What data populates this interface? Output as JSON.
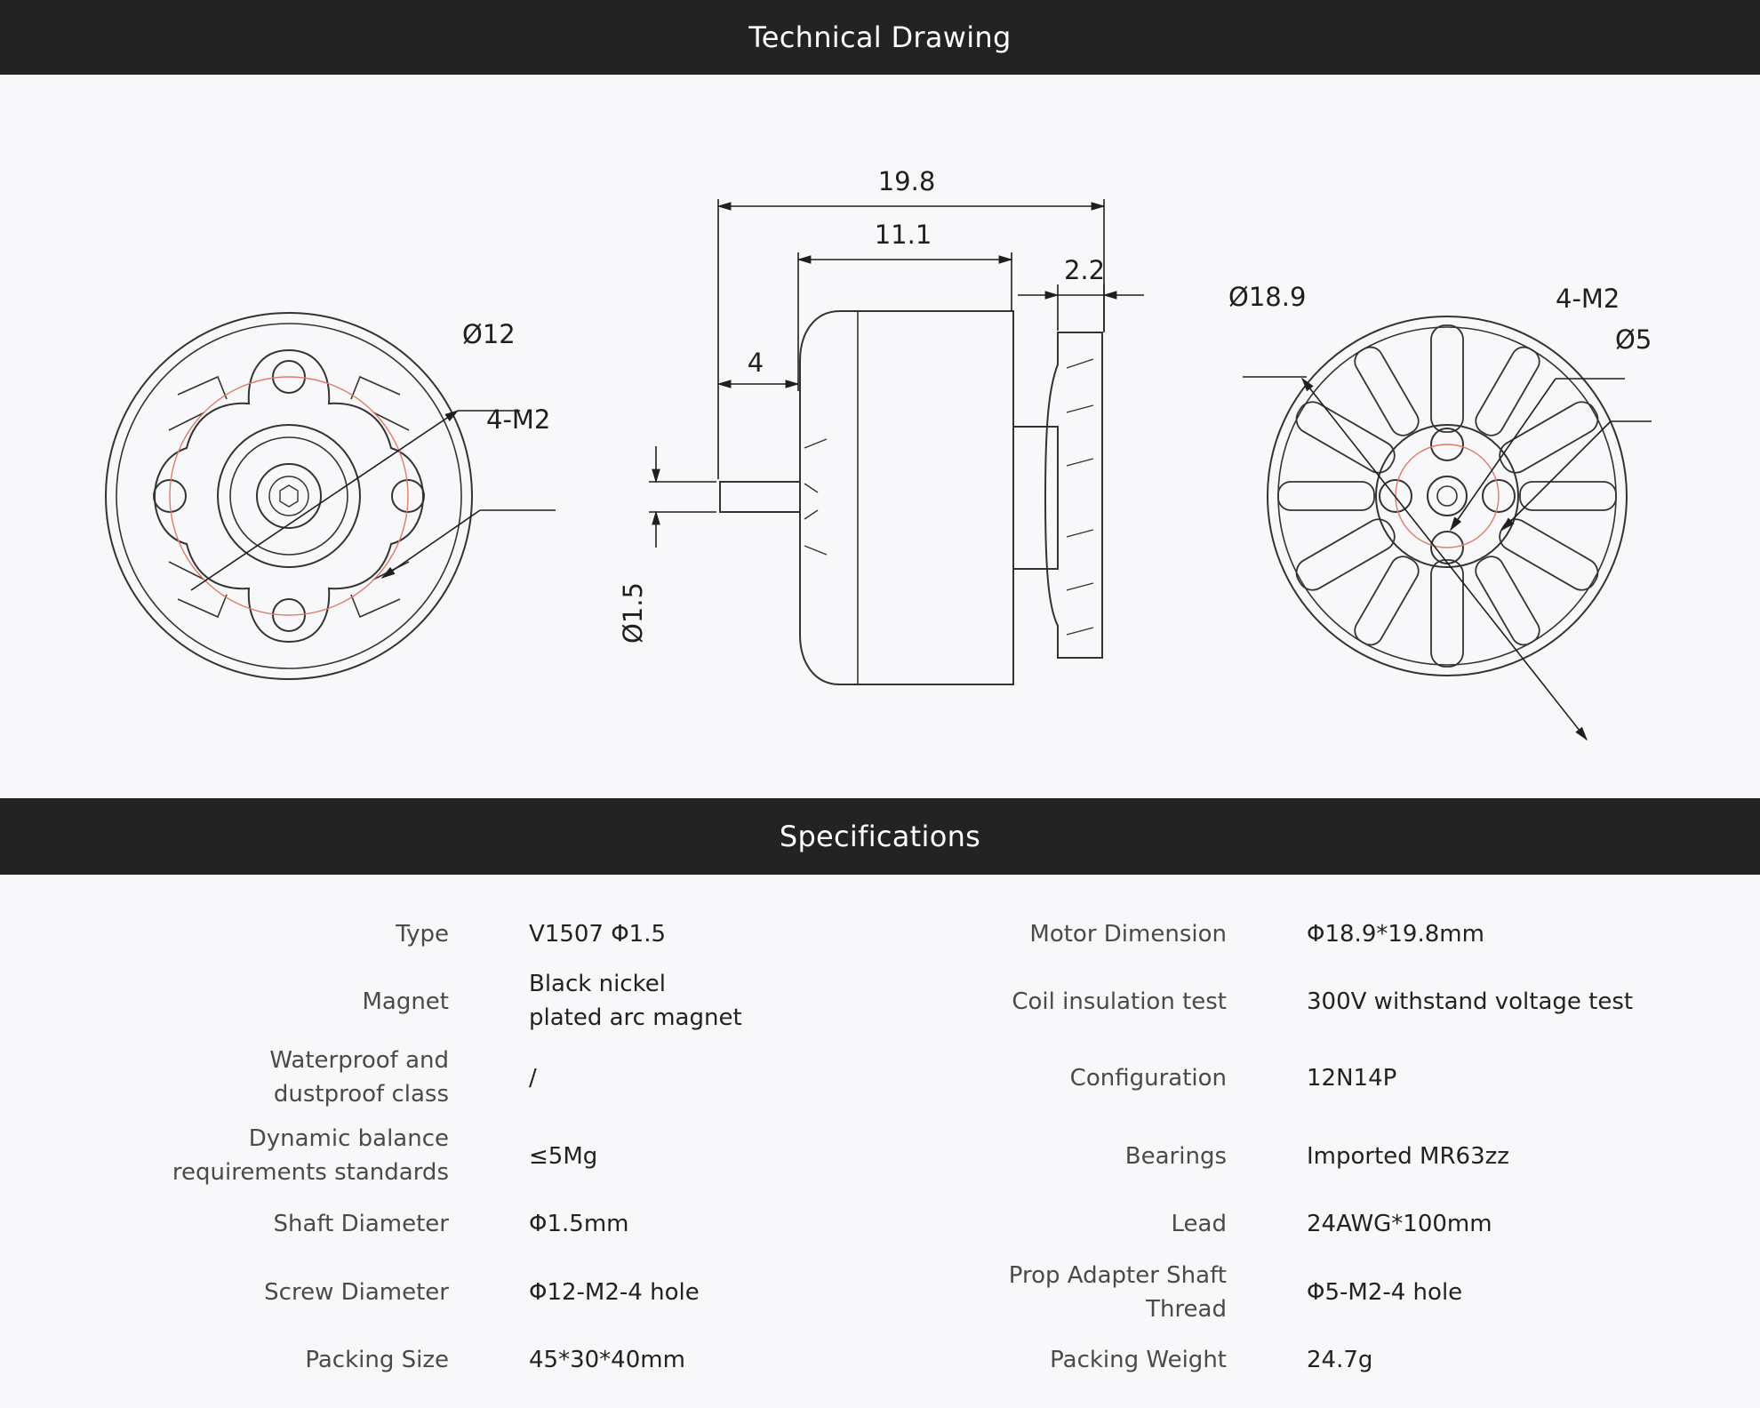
{
  "header": {
    "title": "Technical Drawing"
  },
  "drawing": {
    "front_view": {
      "diameter_label": "Ø12",
      "screw_label": "4-M2"
    },
    "side_view": {
      "total_length": "19.8",
      "body_length": "11.1",
      "adapter_length": "2.2",
      "shaft_extension": "4",
      "shaft_diameter": "Ø1.5"
    },
    "rear_view": {
      "diameter_label": "Ø18.9",
      "screw_label": "4-M2",
      "hole_label": "Ø5"
    }
  },
  "specs_header": {
    "title": "Specifications"
  },
  "specs": {
    "left": [
      {
        "label": "Type",
        "value": "V1507 Φ1.5"
      },
      {
        "label": "Magnet",
        "value": "Black nickel\nplated arc magnet"
      },
      {
        "label": "Waterproof and\ndustproof class",
        "value": "/"
      },
      {
        "label": "Dynamic balance\nrequirements standards",
        "value": "≤5Mg"
      },
      {
        "label": "Shaft Diameter",
        "value": "Φ1.5mm"
      },
      {
        "label": "Screw Diameter",
        "value": "Φ12-M2-4 hole"
      },
      {
        "label": "Packing Size",
        "value": "45*30*40mm"
      }
    ],
    "right": [
      {
        "label": "Motor Dimension",
        "value": "Φ18.9*19.8mm"
      },
      {
        "label": "Coil insulation test",
        "value": "300V withstand voltage test"
      },
      {
        "label": "Configuration",
        "value": "12N14P"
      },
      {
        "label": "Bearings",
        "value": "Imported MR63zz"
      },
      {
        "label": "Lead",
        "value": "24AWG*100mm"
      },
      {
        "label": "Prop Adapter Shaft\nThread",
        "value": "Φ5-M2-4 hole"
      },
      {
        "label": "Packing Weight",
        "value": "24.7g"
      }
    ]
  }
}
